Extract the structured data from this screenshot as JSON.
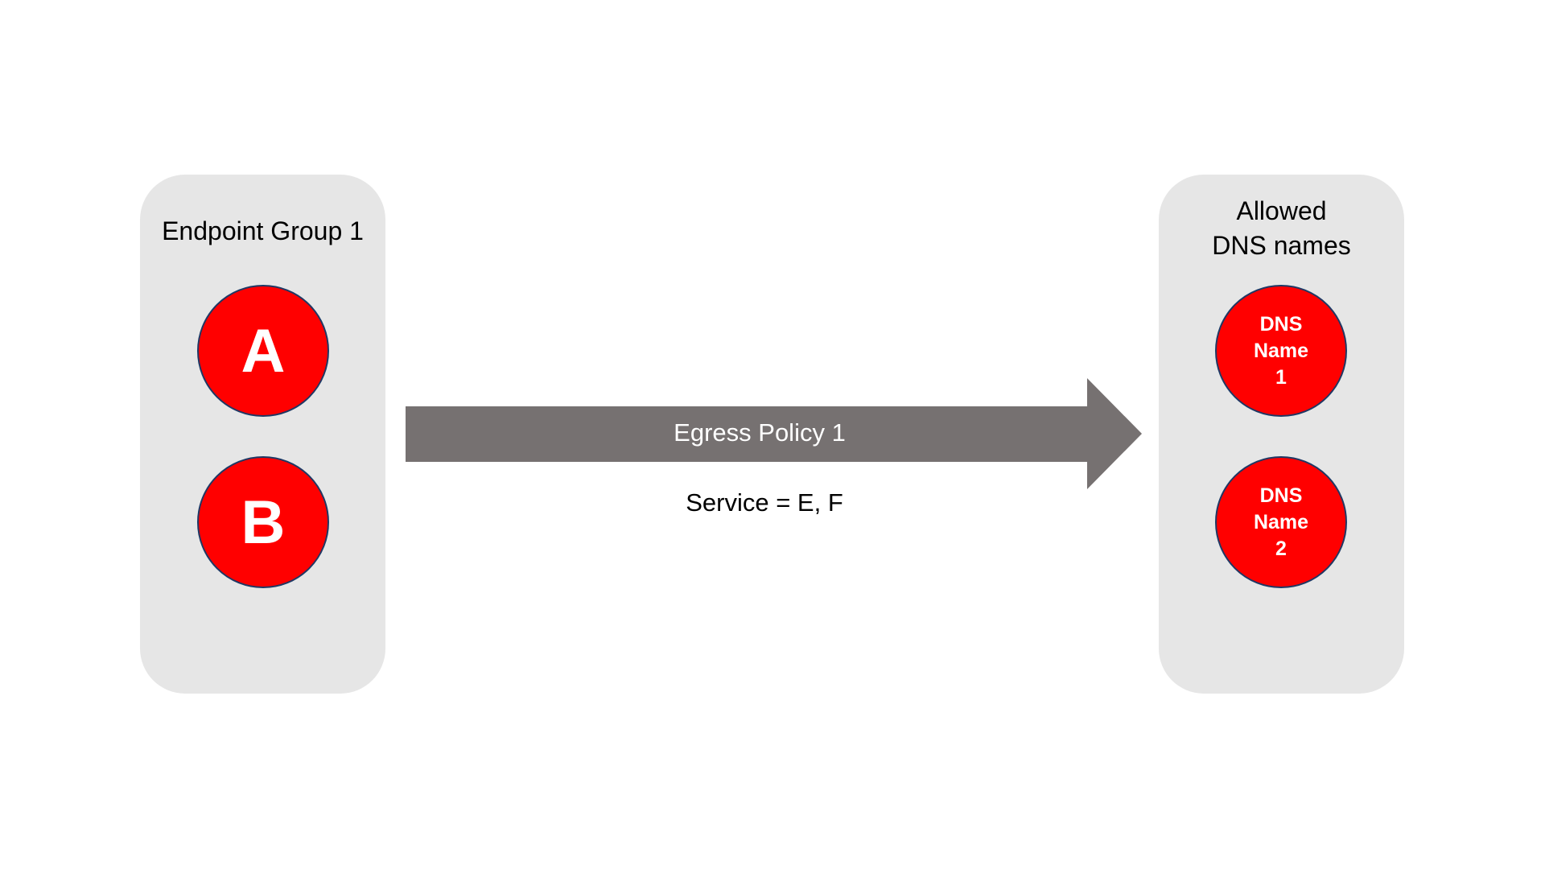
{
  "left_group": {
    "title": "Endpoint Group 1",
    "nodes": [
      "A",
      "B"
    ]
  },
  "right_group": {
    "title_line1": "Allowed",
    "title_line2": "DNS names",
    "nodes": [
      "DNS\nName\n1",
      "DNS\nName\n2"
    ]
  },
  "arrow": {
    "label": "Egress Policy 1",
    "caption": "Service = E, F"
  },
  "colors": {
    "panel": "#e6e6e6",
    "node": "#ff0000",
    "node_border": "#1f3864",
    "arrow": "#767171"
  }
}
